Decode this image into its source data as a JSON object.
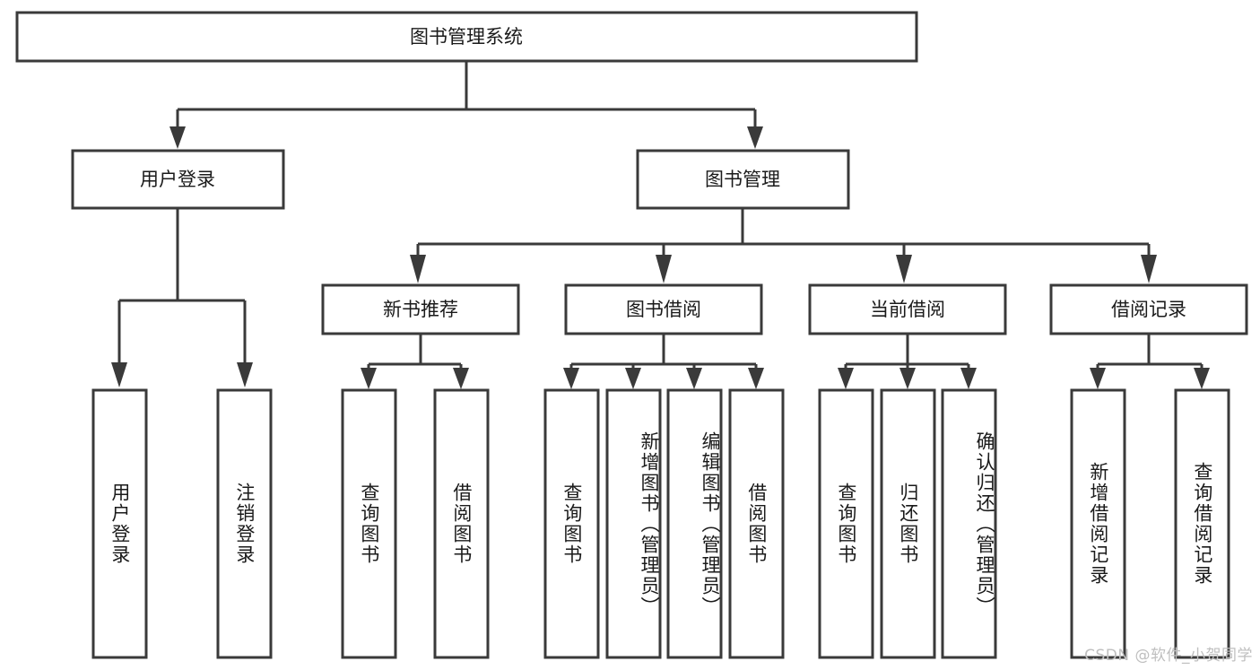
{
  "diagram": {
    "type": "tree",
    "title_node": {
      "label": "图书管理系统"
    },
    "level2": [
      {
        "id": "user-login",
        "label": "用户登录"
      },
      {
        "id": "book-manage",
        "label": "图书管理"
      }
    ],
    "level3": [
      {
        "id": "new-book-recommend",
        "label": "新书推荐",
        "parent": "book-manage"
      },
      {
        "id": "book-borrow",
        "label": "图书借阅",
        "parent": "book-manage"
      },
      {
        "id": "current-borrow",
        "label": "当前借阅",
        "parent": "book-manage"
      },
      {
        "id": "borrow-record",
        "label": "借阅记录",
        "parent": "book-manage"
      }
    ],
    "leaves": [
      {
        "id": "leaf-user-login",
        "label": "用户登录",
        "parent": "user-login"
      },
      {
        "id": "leaf-logout-login",
        "label": "注销登录",
        "parent": "user-login"
      },
      {
        "id": "leaf-query-book-1",
        "label": "查询图书",
        "parent": "new-book-recommend"
      },
      {
        "id": "leaf-borrow-book-1",
        "label": "借阅图书",
        "parent": "new-book-recommend"
      },
      {
        "id": "leaf-query-book-2",
        "label": "查询图书",
        "parent": "book-borrow"
      },
      {
        "id": "leaf-add-book",
        "label": "新增图书（管理员）",
        "parent": "book-borrow"
      },
      {
        "id": "leaf-edit-book",
        "label": "编辑图书（管理员）",
        "parent": "book-borrow"
      },
      {
        "id": "leaf-borrow-book-2",
        "label": "借阅图书",
        "parent": "book-borrow"
      },
      {
        "id": "leaf-query-book-3",
        "label": "查询图书",
        "parent": "current-borrow"
      },
      {
        "id": "leaf-return-book",
        "label": "归还图书",
        "parent": "current-borrow"
      },
      {
        "id": "leaf-confirm-return",
        "label": "确认归还（管理员）",
        "parent": "current-borrow"
      },
      {
        "id": "leaf-add-record",
        "label": "新增借阅记录",
        "parent": "borrow-record"
      },
      {
        "id": "leaf-query-record",
        "label": "查询借阅记录",
        "parent": "borrow-record"
      }
    ],
    "colors": {
      "box_stroke": "#3a3a3a",
      "box_fill": "#ffffff",
      "text": "#1a1a1a",
      "background": "#ffffff",
      "watermark": "#bfbfbf"
    }
  },
  "watermark": {
    "text": "CSDN @软件_小贺同学"
  }
}
